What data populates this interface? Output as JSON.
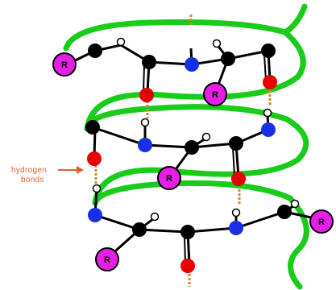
{
  "annotation": {
    "line1": "hydrogen",
    "line2": "bonds"
  },
  "side_chain_label": "R",
  "colors": {
    "helix": "#19cc19",
    "carbon": "#000000",
    "nitrogen": "#1730e6",
    "oxygen": "#e60000",
    "hydrogen": "#ffffff",
    "side_chain": "#e61ee6",
    "h_bond": "#d08a2a",
    "annotation": "#e0622a"
  }
}
